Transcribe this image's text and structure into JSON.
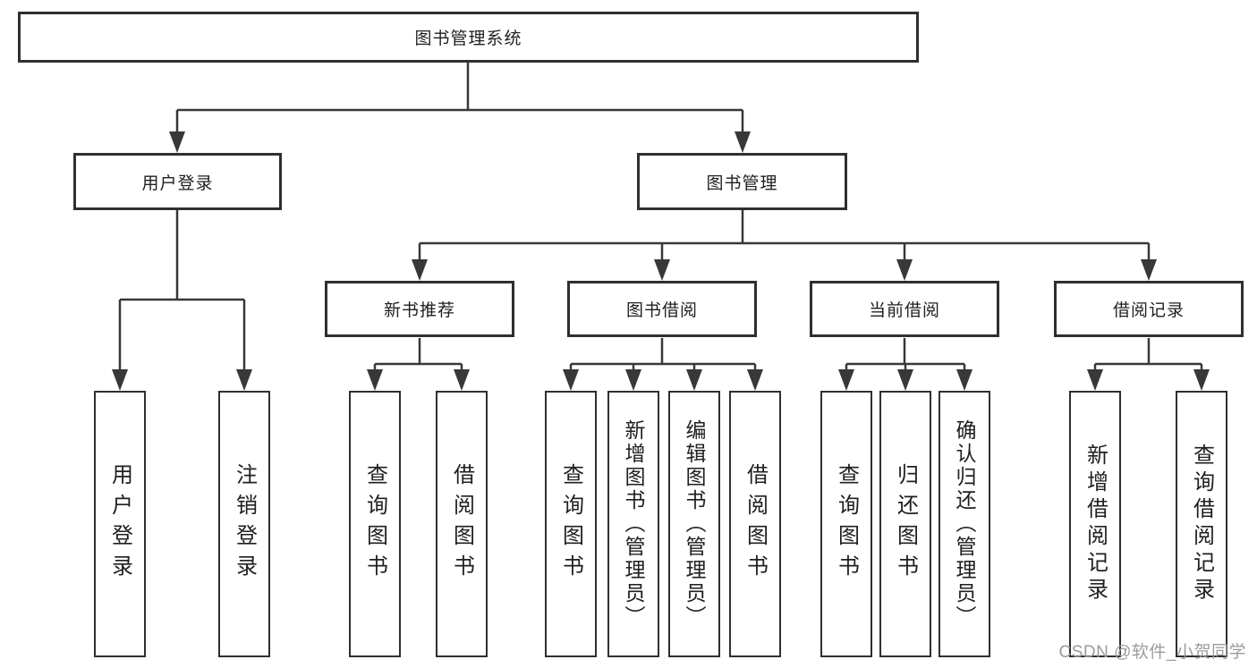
{
  "diagram": {
    "title": "library-management-system-function-structure",
    "root": {
      "label": "图书管理系统"
    },
    "branches": [
      {
        "label": "用户登录",
        "children": [
          {
            "label": "用户登录"
          },
          {
            "label": "注销登录"
          }
        ]
      },
      {
        "label": "图书管理",
        "children": [
          {
            "label": "新书推荐",
            "children": [
              {
                "label": "查询图书"
              },
              {
                "label": "借阅图书"
              }
            ]
          },
          {
            "label": "图书借阅",
            "children": [
              {
                "label": "查询图书"
              },
              {
                "label": "新增图书（管理员）"
              },
              {
                "label": "编辑图书（管理员）"
              },
              {
                "label": "借阅图书"
              }
            ]
          },
          {
            "label": "当前借阅",
            "children": [
              {
                "label": "查询图书"
              },
              {
                "label": "归还图书"
              },
              {
                "label": "确认归还（管理员）"
              }
            ]
          },
          {
            "label": "借阅记录",
            "children": [
              {
                "label": "新增借阅记录"
              },
              {
                "label": "查询借阅记录"
              }
            ]
          }
        ]
      }
    ]
  },
  "watermark": {
    "text": "CSDN @软件_小贺同学"
  },
  "colors": {
    "line": "#383838",
    "box_border": "#2f2f2f",
    "text": "#1f1f1f",
    "watermark": "#9c9c9c",
    "background": "#ffffff"
  }
}
